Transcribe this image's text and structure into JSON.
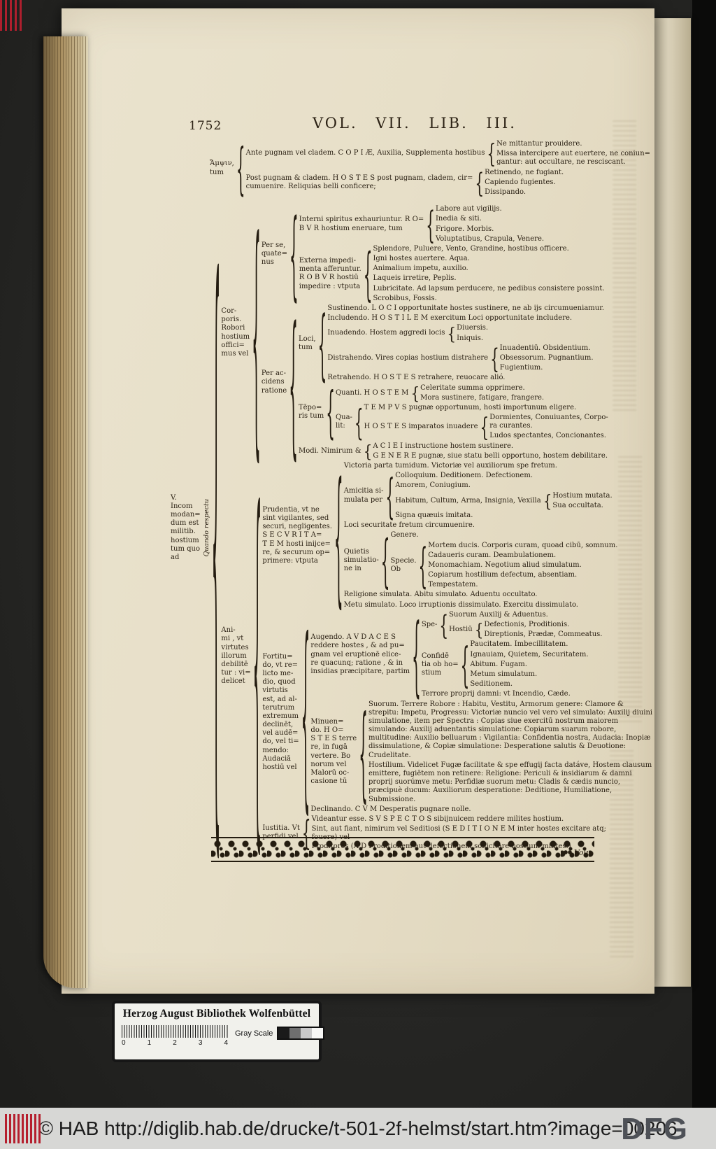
{
  "header": {
    "page_number": "1752",
    "title": "VOL. VII. LIB. III."
  },
  "tree": {
    "children": [
      {
        "label": "Ἄμψιν,\ntum",
        "children": [
          {
            "label": "Ante pugnam vel cladem. C O P I Æ, Auxilia, Supplementa hostibus",
            "children": [
              "Ne mittantur prouidere.",
              "Missa intercipere aut euertere, ne coniun=\ngantur: aut occultare, ne resciscant."
            ]
          },
          {
            "label": "Post pugnam & cladem. H O S T E S post pugnam, cladem, cir=\ncumuenire. Reliquias belli conficere;",
            "children": [
              "Retinendo, ne fugiant.",
              "Capiendo fugientes.",
              "Dissipando."
            ]
          }
        ]
      },
      {
        "label": "V.\nIncom\nmodan=\ndum est\nmilitib.\nhostium\ntum quo\nad",
        "side": "Quando respectu",
        "children": [
          {
            "label": "Cor-\nporis.\nRobori\nhostium\noffici=\nmus vel",
            "children": [
              {
                "label": "Per se,\nquate=\nnus",
                "children": [
                  {
                    "label": "Interni spiritus exhauriuntur. R O=\nB V R hostium eneruare, tum",
                    "children": [
                      "Labore aut vigilijs.",
                      "Inedia & siti.",
                      "Frigore.  Morbis.",
                      "Voluptatibus, Crapula, Venere."
                    ]
                  },
                  {
                    "label": "Externa impedi-\nmenta afferuntur.\nR O B V R hostiū\nimpedire : vtputa",
                    "children": [
                      "Splendore, Puluere, Vento, Grandine, hostibus officere.",
                      "Igni hostes auertere.  Aqua.",
                      "Animalium impetu, auxilio.",
                      "Laqueis irretire, Peplis.",
                      "Lubricitate. Ad lapsum perducere, ne pedibus consistere possint.",
                      "Scrobibus, Fossis."
                    ]
                  }
                ]
              },
              {
                "label": "Per ac-\ncidens\nratione",
                "children": [
                  {
                    "label": "Loci,\ntum",
                    "children": [
                      "Sustinendo. L O C I opportunitate hostes sustinere, ne ab ijs circumueniamur.",
                      "Includendo. H O S T I L E M exercitum Loci opportunitate includere.",
                      {
                        "label": "Inuadendo. Hostem aggredi locis",
                        "children": [
                          "Diuersis.",
                          "Iniquis."
                        ]
                      },
                      {
                        "label": "Distrahendo. Vires copias hostium distrahere",
                        "children": [
                          "Inuadentiū.  Obsidentium.",
                          "Obsessorum.  Pugnantium.",
                          "Fugientium."
                        ]
                      },
                      "Retrahendo. H O S T E S retrahere, reuocare alió."
                    ]
                  },
                  {
                    "label": "Tēpo=\nris tum",
                    "children": [
                      {
                        "label": "Quanti. H O S T E M",
                        "children": [
                          "Celeritate summa opprimere.",
                          "Mora sustinere, fatigare, frangere."
                        ]
                      },
                      {
                        "label": "Qua-\nlit:",
                        "children": [
                          "T E M P V S pugnæ opportunum, hosti importunum eligere.",
                          {
                            "label": "H O S T E S imparatos inuadere",
                            "children": [
                              "Dormientes, Conuiuantes, Corpo-\nra curantes.",
                              "Ludos spectantes, Concionantes."
                            ]
                          }
                        ]
                      }
                    ]
                  },
                  {
                    "label": "Modi. Nimirum &",
                    "children": [
                      "A C I E I instructione hostem sustinere.",
                      "G E N E R E pugnæ, siue statu belli opportuno, hostem debilitare."
                    ]
                  }
                ]
              }
            ]
          },
          {
            "label": "Ani-\nmi , vt\nvirtutes\nillorum\ndebilitē\ntur : vi=\ndelicet",
            "children": [
              {
                "label": "Prudentia, vt ne\nsint vigilantes, sed\nsecuri, negligentes.\nS E C V R I T A=\nT E M hosti inijce=\nre, & securum op=\nprimere: vtputa",
                "children": [
                  "Victoria parta tumidum. Victoriæ vel auxiliorum spe fretum.",
                  {
                    "label": "Amicitia si-\nmulata per",
                    "children": [
                      "Colloquium.  Deditionem.  Defectionem.",
                      "Amorem, Coniugium.",
                      {
                        "label": "Habitum, Cultum, Arma, Insignia, Vexilla",
                        "children": [
                          "Hostium mutata.",
                          "Sua occultata."
                        ]
                      },
                      "Signa quæuis imitata."
                    ]
                  },
                  "Loci securitate fretum circumuenire.",
                  {
                    "label": "Quietis\nsimulatio-\nne in",
                    "children": [
                      "Genere.",
                      {
                        "label": "Specie.\nOb",
                        "children": [
                          "Mortem ducis.  Corporis curam, quoad cibū, somnum.",
                          "Cadaueris curam.  Deambulationem.",
                          "Monomachiam.  Negotium aliud simulatum.",
                          "Copiarum hostilium defectum, absentiam.",
                          "Tempestatem."
                        ]
                      }
                    ]
                  },
                  "Religione simulata.  Abitu simulato.  Aduentu occultato.",
                  "Metu simulato.  Loco irruptionis dissimulato.  Exercitu dissimulato."
                ]
              },
              {
                "label": "Fortitu=\ndo, vt re=\nlicto me-\ndio, quod\nvirtutis\nest, ad al-\nterutrum\nextremum\ndeclinēt,\nvel audē=\ndo, vel ti=\nmendo:\nAudaciā\nhostiū vel",
                "children": [
                  {
                    "label": "Augendo. A V D A C E S\nreddere hostes , & ad pu=\ngnam vel eruptionē elice-\nre quacunq; ratione , & in\ninsidias præcipitare, partim",
                    "children": [
                      {
                        "label": "Spe-",
                        "children": [
                          "Suorum Auxilij & Aduentus.",
                          {
                            "label": "Hostiū",
                            "children": [
                              "Defectionis, Proditionis.",
                              "Direptionis, Prædæ, Commeatus."
                            ]
                          }
                        ]
                      },
                      {
                        "label": "Confidē\ntia ob ho=\nstium",
                        "children": [
                          "Paucitatem.  Imbecillitatem.",
                          "Ignauiam, Quietem, Securitatem.",
                          "Abitum.  Fugam.",
                          "Metum simulatum.",
                          "Seditionem."
                        ]
                      },
                      "Terrore proprij damni: vt Incendio, Cæde."
                    ]
                  },
                  {
                    "label": "Minuen=\ndo.  H O=\nS T E S terre\nre, in fugā\nvertere. Bo\nnorum vel\nMalorū oc-\ncasione tū",
                    "children": [
                      "Suorum. Terrere Robore : Habitu, Vestitu, Armorum genere: Clamore & strepitu: Impetu, Progressu: Victoriæ nuncio vel vero vel simulato: Auxilij diuini simulatione, item per Spectra : Copias siue exercitū nostrum maiorem simulando: Auxilij aduentantis simulatione: Copiarum suarum robore, multitudine: Auxilio belluarum : Vigilantia: Confidentia nostra, Audacia: Inopiæ dissimulatione, & Copiæ simulatione: Desperatione salutis & Deuotione: Crudelitate.",
                      "Hostilium.  Videlicet Fugæ facilitate & spe effugij facta datáve, Hostem clausum emittere, fugiētem non retinere: Religione: Periculi & insidiarum & damni proprij suorúmve metu: Perfidiæ suorum metu: Cladis & cædis nuncio, præcipuè ducum: Auxiliorum desperatione: Deditione, Humiliatione, Submissione."
                    ]
                  },
                  "Declinando. C V M Desperatis pugnare nolle."
                ]
              },
              {
                "label": "Iustitia. Vt\nperfidi vel",
                "children": [
                  "Videantur esse. S V S P E C T O S sibijnuicem reddere milites hostium.",
                  "Sint, aut fiant, nimirum vel Seditiosi (S E D I T I O N E M inter hostes excitare atq; fouere) vel\nProditores (A D Proditionem aut defectionem sollicitare hostium milites.)"
                ]
              }
            ]
          }
        ]
      }
    ]
  },
  "footer": {
    "catchword": "Volu-"
  },
  "card": {
    "title": "Herzog August Bibliothek Wolfenbüttel",
    "gray_scale_label": "Gray Scale",
    "ruler_numbers": [
      "0",
      "1",
      "2",
      "3",
      "4"
    ]
  },
  "bottom_bar": {
    "copyright": "© HAB http://diglib.hab.de/drucke/t-501-2f-helmst/start.htm?image=00206",
    "logo": "DFG"
  },
  "colors": {
    "page": "#e7dfc8",
    "ink": "#2b2114",
    "barcode_red": "#b51f2e",
    "bar_gray": "#d7d7d5",
    "dfg_gray": "#4e5157"
  }
}
